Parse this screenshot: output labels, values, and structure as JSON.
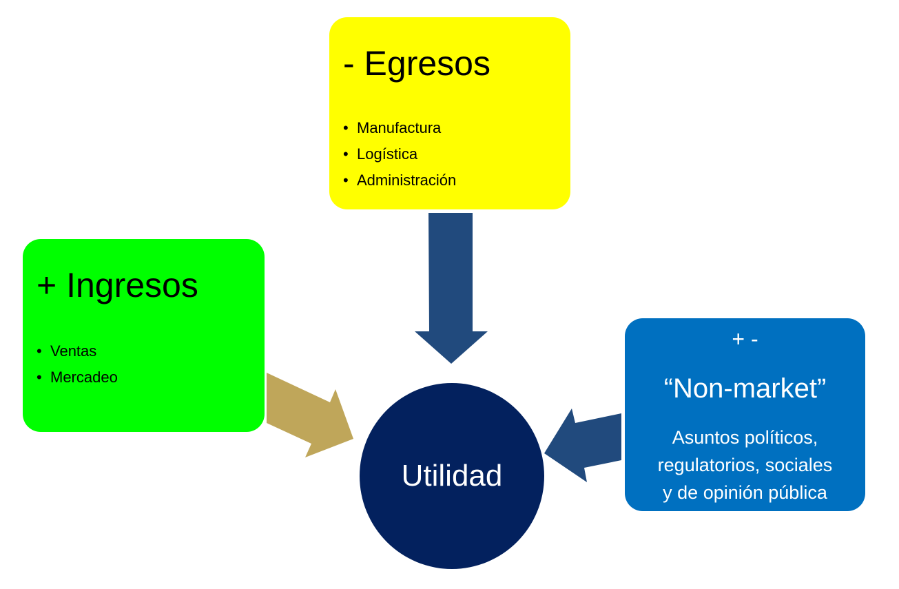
{
  "egresos": {
    "title": "- Egresos",
    "items": [
      "Manufactura",
      "Logística",
      "Administración"
    ],
    "color": "#ffff00"
  },
  "ingresos": {
    "title": "+ Ingresos",
    "items": [
      "Ventas",
      "Mercadeo"
    ],
    "color": "#00ff00"
  },
  "nonmarket": {
    "sign": "+ -",
    "title": "“Non-market”",
    "lines": [
      "Asuntos políticos,",
      "regulatorios, sociales",
      "y de opinión pública"
    ],
    "color": "#0070c0"
  },
  "center": {
    "label": "Utilidad",
    "color": "#03215e"
  },
  "arrow_colors": {
    "egresos": "#214a7d",
    "ingresos": "#bfa65a",
    "nonmarket": "#214a7d"
  }
}
